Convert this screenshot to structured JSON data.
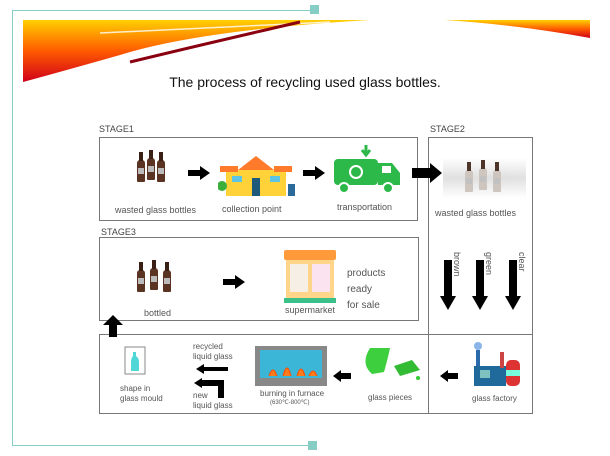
{
  "title": "The process of recycling used glass bottles.",
  "stage1": {
    "label": "STAGE1",
    "items": [
      "wasted glass bottles",
      "collection point",
      "transportation"
    ]
  },
  "stage2": {
    "label": "STAGE2",
    "item": "wasted glass bottles",
    "colors": [
      "brown",
      "green",
      "clear"
    ]
  },
  "stage3": {
    "label": "STAGE3",
    "items": [
      "bottled",
      "supermarket"
    ],
    "note": [
      "products",
      "ready",
      "for sale"
    ]
  },
  "bottom": {
    "factory": "glass factory",
    "pieces": "glass pieces",
    "furnace": "burning in furnace",
    "furnace_temp": "(630℃-800℃)",
    "recycled": [
      "recycled",
      "liquid glass"
    ],
    "new": [
      "new",
      "liquid glass"
    ],
    "mould": [
      "shape in",
      "glass mould"
    ]
  },
  "colors": {
    "frame": "#86cdc5"
  }
}
